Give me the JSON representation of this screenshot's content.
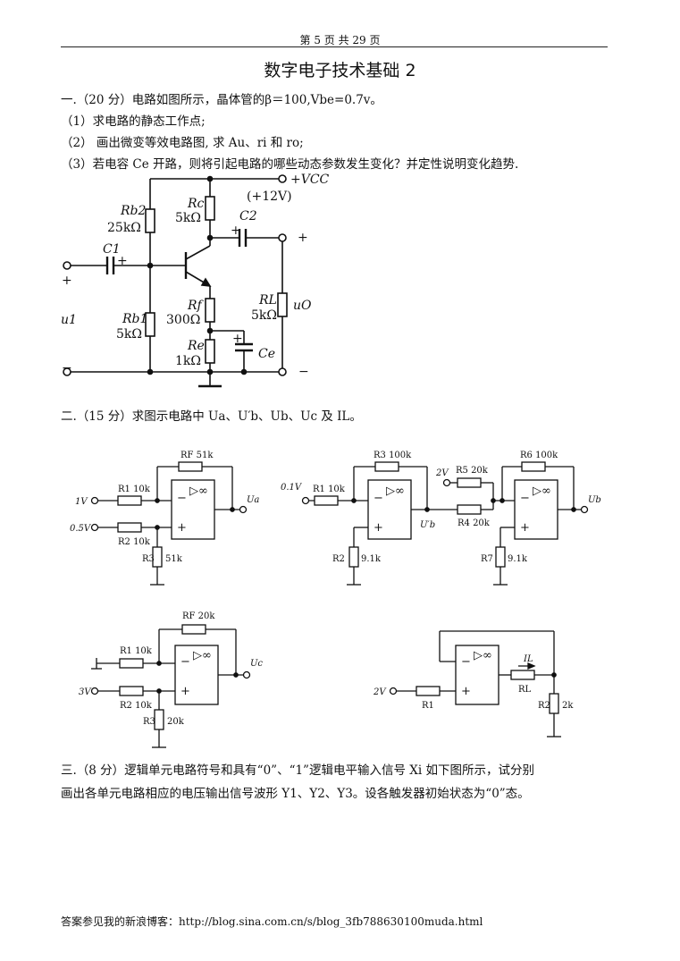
{
  "page_header": "第 5 页 共 29 页",
  "title": "数字电子技术基础 2",
  "q1": {
    "intro": "一.（20 分）电路如图所示，晶体管的β＝100,Vbe=0.7v。",
    "p1": "（1）求电路的静态工作点;",
    "p2": "（2）  画出微变等效电路图, 求 Au、ri 和 ro;",
    "p3": "（3）若电容 Ce 开路，则将引起电路的哪些动态参数发生变化？并定性说明变化趋势.",
    "fig": {
      "vcc": "+VCC",
      "vcc_val": "(+12V)",
      "rb2": "Rb2",
      "rb2_val": "25kΩ",
      "rc": "Rc",
      "rc_val": "5kΩ",
      "c2": "C2",
      "c1": "C1",
      "rf": "Rf",
      "rf_val": "300Ω",
      "rl": "RL",
      "rl_val": "5kΩ",
      "uo": "uO",
      "ui": "u1",
      "rb1": "Rb1",
      "rb1_val": "5kΩ",
      "re": "Re",
      "re_val": "1kΩ",
      "ce": "Ce",
      "plus": "+",
      "minus": "−"
    }
  },
  "q2": {
    "intro": "二.（15 分）求图示电路中 Ua、U′b、Ub、Uc 及 IL。",
    "fig_a": {
      "rf": "RF 51k",
      "r1": "R1 10k",
      "r2": "R2 10k",
      "r3": "R3",
      "r3_val": "51k",
      "in1": "1V",
      "in2": "0.5V",
      "out": "Ua"
    },
    "fig_b": {
      "r3": "R3 100k",
      "r1": "R1 10k",
      "in1": "0.1V",
      "r2": "R2",
      "r2_val": "9.1k",
      "ub1": "U′b",
      "in2": "2V",
      "r5": "R5 20k",
      "r4": "R4 20k",
      "r6": "R6 100k",
      "r7": "R7",
      "r7_val": "9.1k",
      "out": "Ub"
    },
    "fig_c": {
      "rf": "RF 20k",
      "r1": "R1 10k",
      "r2": "R2 10k",
      "r3": "R3",
      "r3_val": "20k",
      "in": "3V",
      "out": "Uc"
    },
    "fig_d": {
      "in": "2V",
      "r1": "R1",
      "il": "IL",
      "rl": "RL",
      "r2": "R2",
      "r2_val": "2k"
    },
    "opamp_sym": "▷∞"
  },
  "q3": {
    "line1": "三.（8 分）逻辑单元电路符号和具有“0”、“1”逻辑电平输入信号 Xi 如下图所示，试分别",
    "line2": "画出各单元电路相应的电压输出信号波形 Y1、Y2、Y3。设各触发器初始状态为“0”态。"
  },
  "footer": "答案参见我的新浪博客：http://blog.sina.com.cn/s/blog_3fb788630100muda.html"
}
